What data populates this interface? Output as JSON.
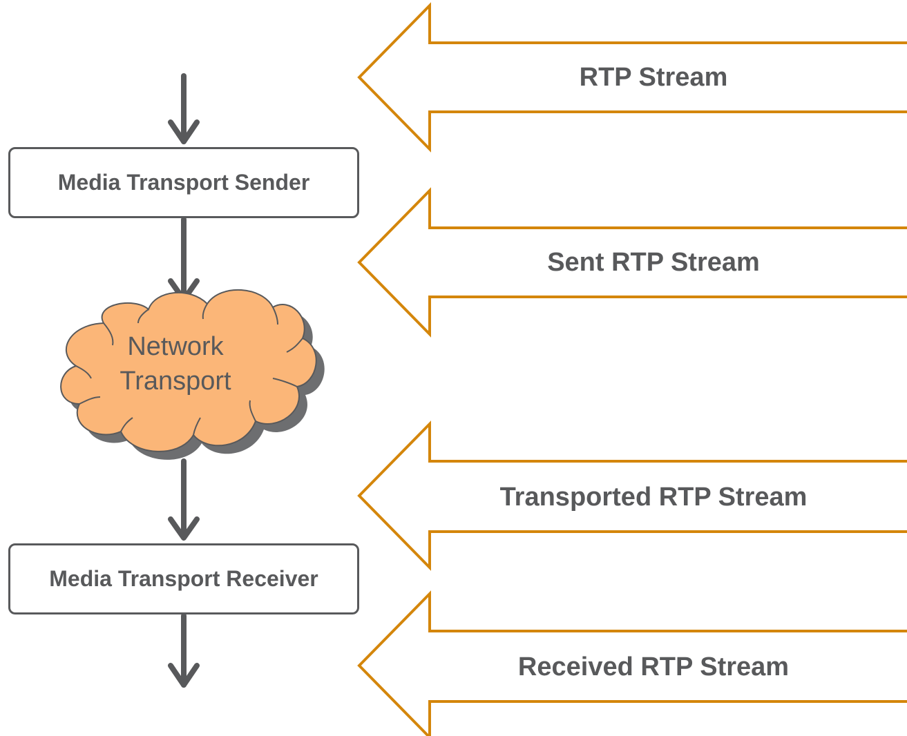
{
  "colors": {
    "flow": "#58595b",
    "stream_outline": "#d4860b",
    "cloud_fill": "#fbb678",
    "cloud_shadow": "#6d6e70"
  },
  "sender": {
    "label": "Media Transport Sender"
  },
  "network": {
    "line1": "Network",
    "line2": "Transport"
  },
  "receiver": {
    "label": "Media Transport Receiver"
  },
  "streams": [
    {
      "label": "RTP Stream"
    },
    {
      "label": "Sent RTP Stream"
    },
    {
      "label": "Transported RTP Stream"
    },
    {
      "label": "Received RTP Stream"
    }
  ]
}
